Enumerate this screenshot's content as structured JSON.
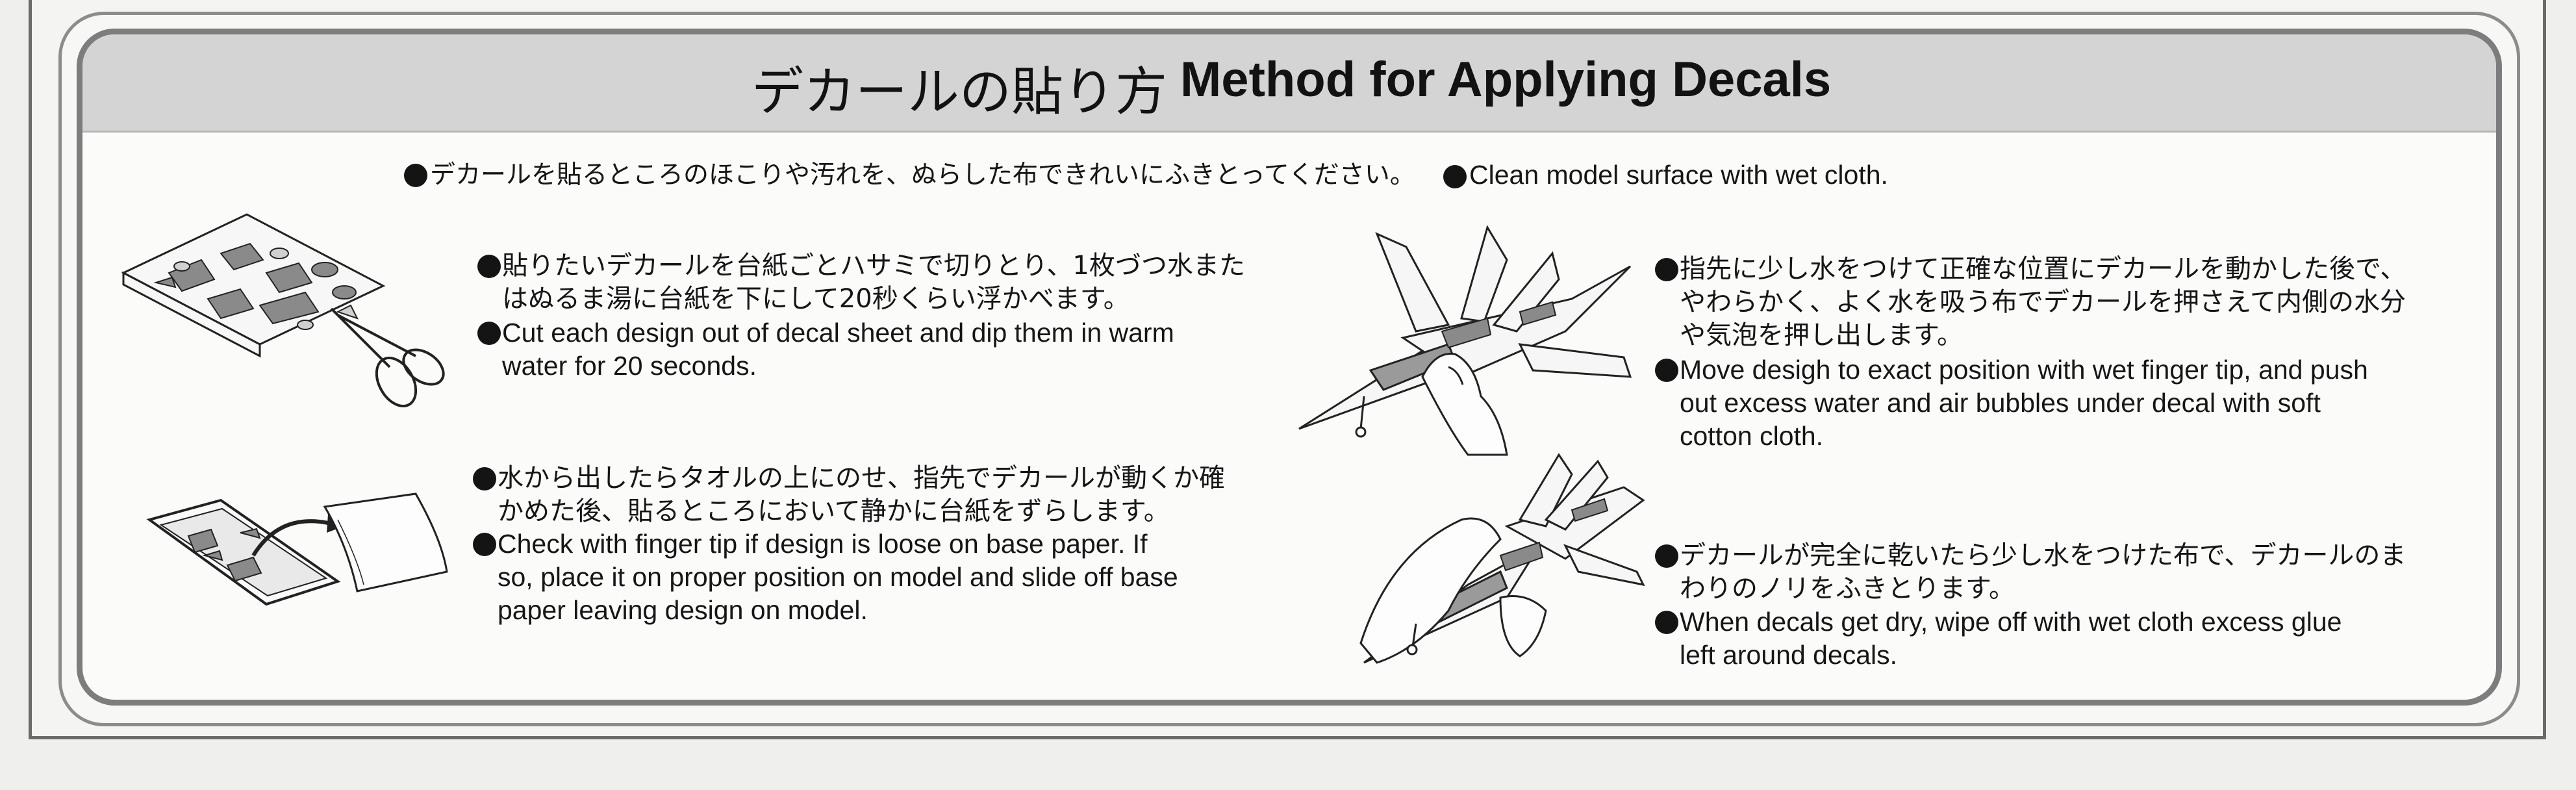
{
  "title": {
    "japanese": "デカールの貼り方",
    "english": "Method for Applying Decals"
  },
  "intro": {
    "japanese": "デカールを貼るところのほこりや汚れを、ぬらした布できれいにふきとってください。",
    "english": "Clean  model  surface  with  wet  cloth."
  },
  "steps": [
    {
      "japanese": [
        "貼りたいデカールを台紙ごとハサミで切りとり、1枚づつ水また",
        "はぬるま湯に台紙を下にして20秒くらい浮かべます。"
      ],
      "english": [
        "Cut each design out of decal sheet and  dip them in warm",
        "water for 20 seconds."
      ]
    },
    {
      "japanese": [
        "水から出したらタオルの上にのせ、指先でデカールが動くか確",
        "かめた後、貼るところにおいて静かに台紙をずらします。"
      ],
      "english": [
        "Check with finger tip if design is loose on base paper. If",
        "so, place it on proper position on model and slide off base",
        "paper leaving design on model."
      ]
    },
    {
      "japanese": [
        "指先に少し水をつけて正確な位置にデカールを動かした後で、",
        "やわらかく、よく水を吸う布でデカールを押さえて内側の水分",
        "や気泡を押し出します。"
      ],
      "english": [
        "Move desigh to exact position with wet finger tip, and push",
        "out excess water and air bubbles under decal with soft",
        "cotton cloth."
      ]
    },
    {
      "japanese": [
        "デカールが完全に乾いたら少し水をつけた布で、デカールのま",
        "わりのノリをふきとります。"
      ],
      "english": [
        "When decals get dry, wipe off with wet cloth excess glue",
        "left around decals."
      ]
    }
  ],
  "illustrations": [
    {
      "name": "decal-sheet-scissors-illustration"
    },
    {
      "name": "water-tray-towel-illustration"
    },
    {
      "name": "jet-fingertip-illustration"
    },
    {
      "name": "jet-wipe-cloth-illustration"
    }
  ],
  "colors": {
    "title_bar": "#d4d4d4",
    "frame": "#7d7d7d",
    "background": "#efefee",
    "text": "#141414"
  }
}
